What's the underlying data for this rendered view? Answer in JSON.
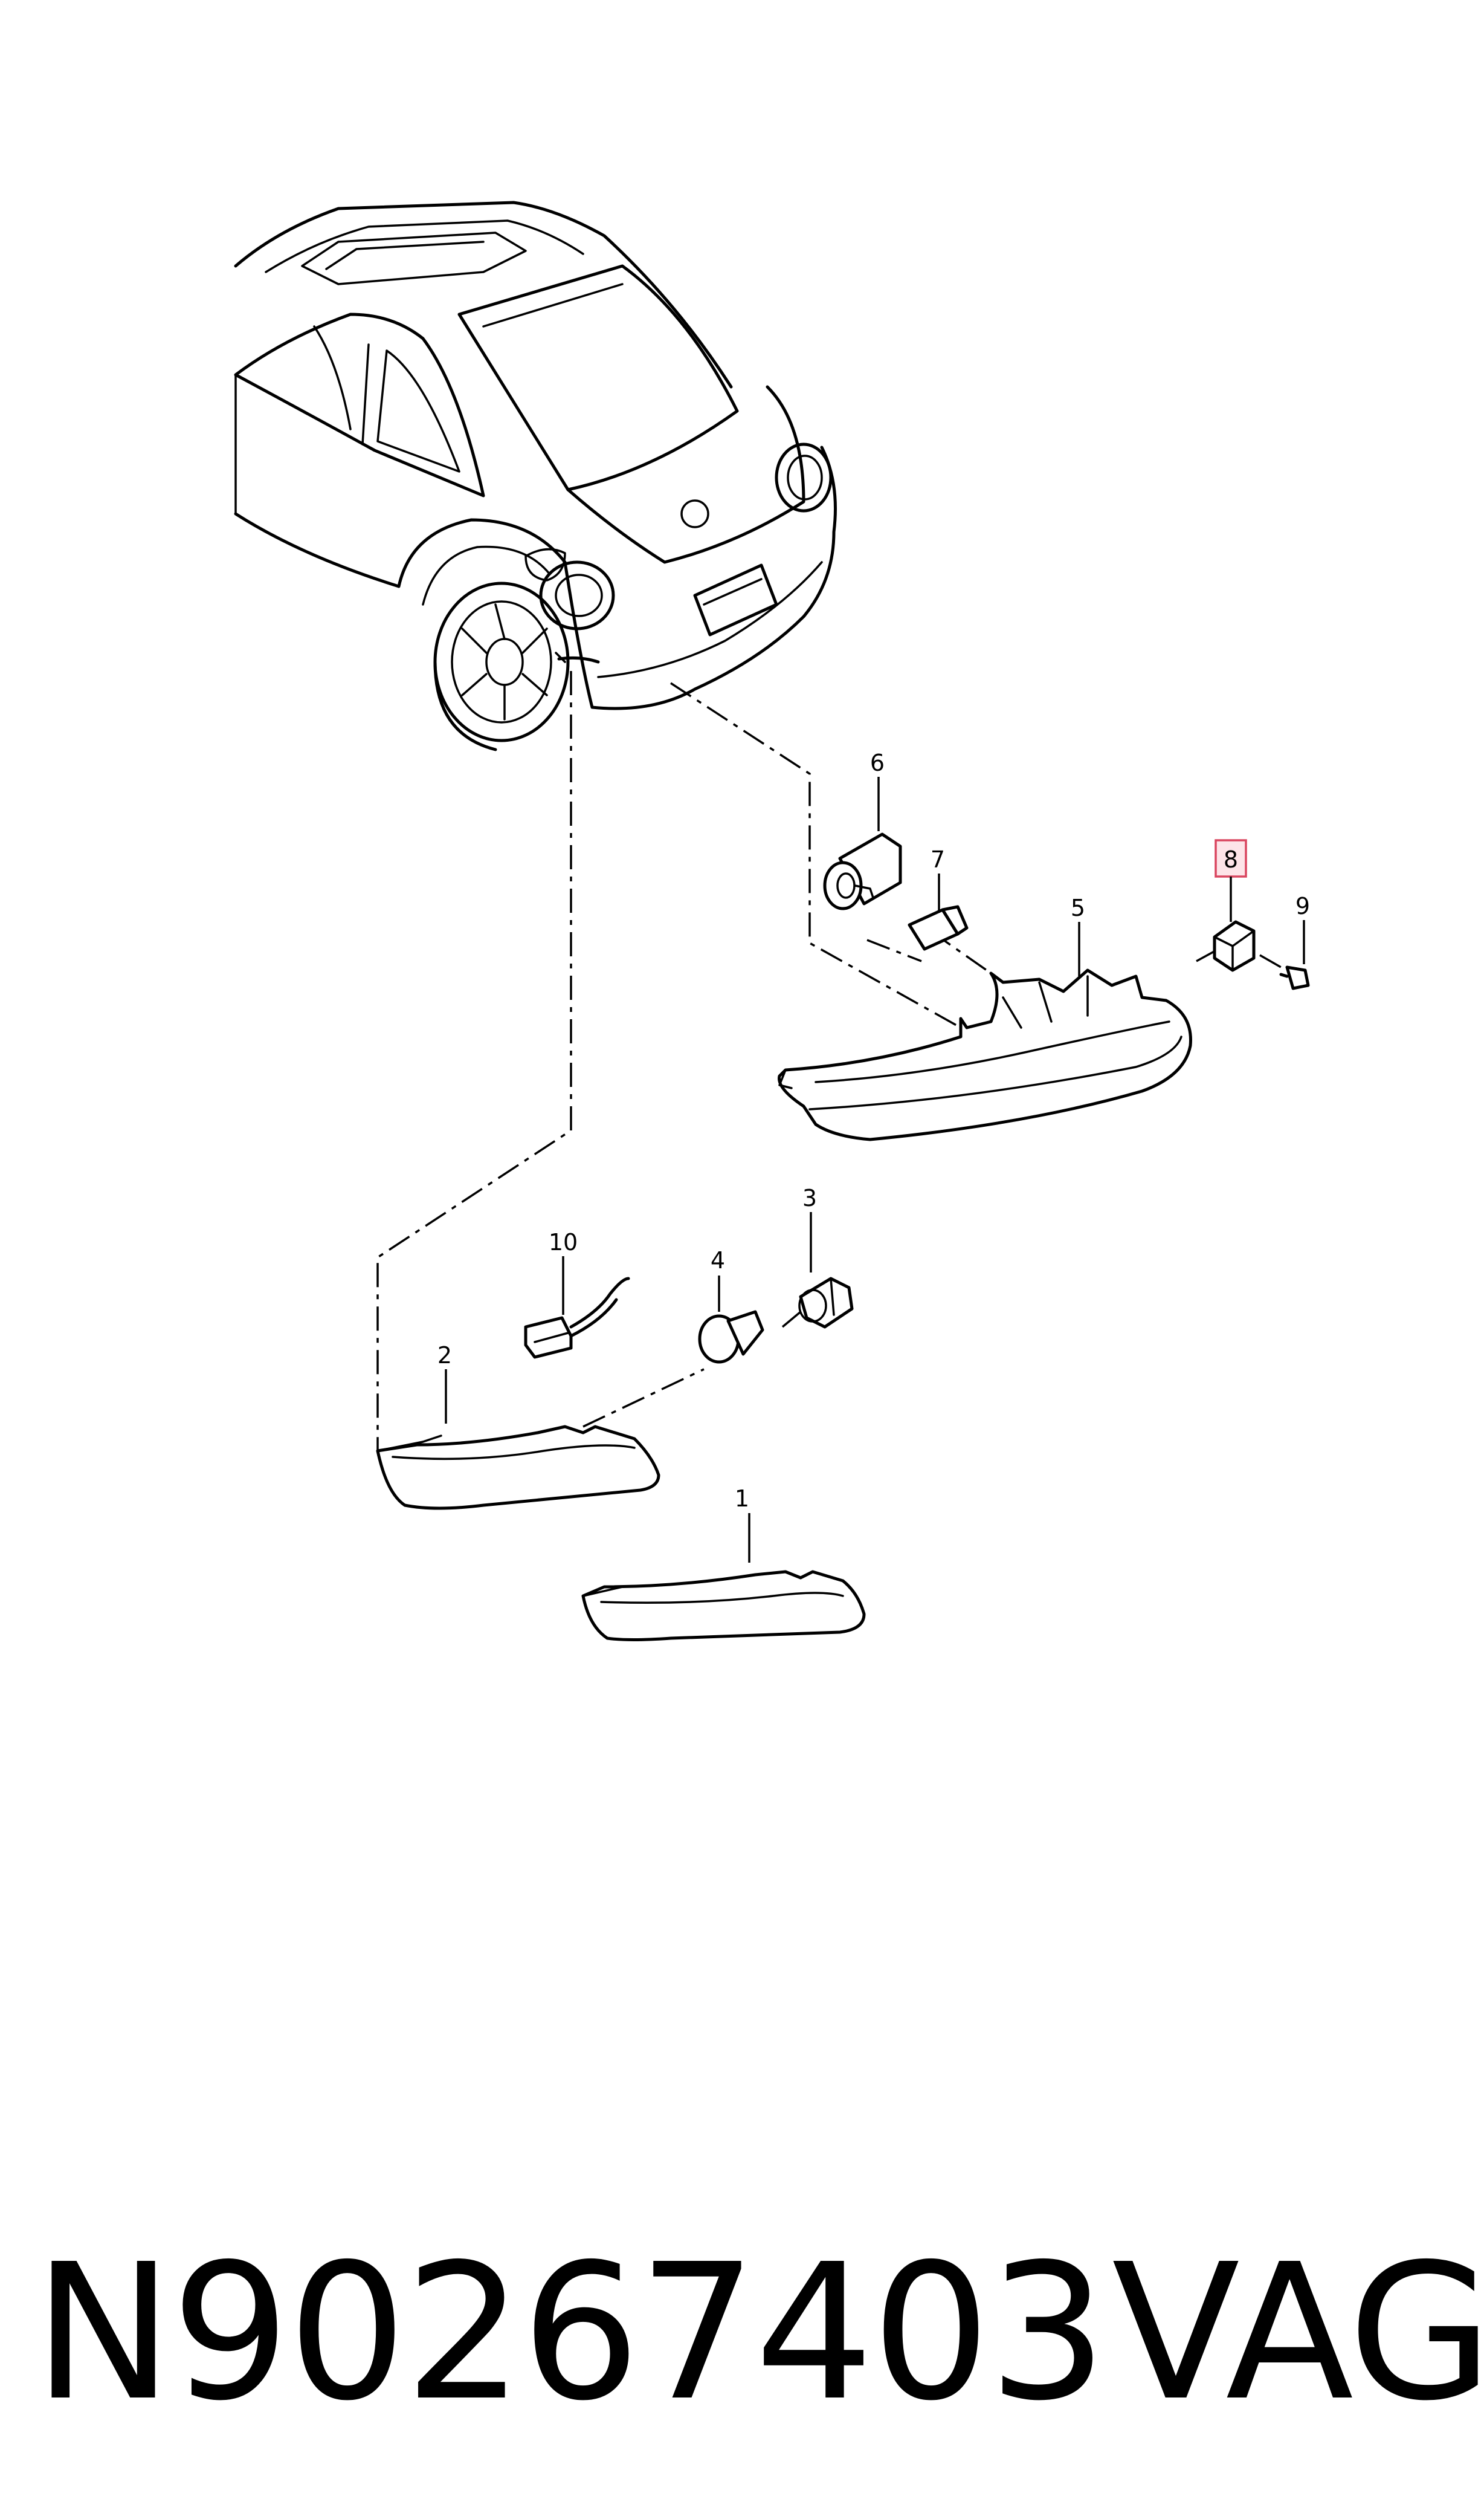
{
  "callouts": [
    {
      "id": "1",
      "label": "1"
    },
    {
      "id": "2",
      "label": "2"
    },
    {
      "id": "3",
      "label": "3"
    },
    {
      "id": "4",
      "label": "4"
    },
    {
      "id": "5",
      "label": "5"
    },
    {
      "id": "6",
      "label": "6"
    },
    {
      "id": "7",
      "label": "7"
    },
    {
      "id": "8",
      "label": "8",
      "highlighted": true
    },
    {
      "id": "9",
      "label": "9"
    },
    {
      "id": "10",
      "label": "10"
    }
  ],
  "highlight_color": "#d9455f",
  "footer": {
    "part_number": "N90267403",
    "brand": "VAG"
  }
}
